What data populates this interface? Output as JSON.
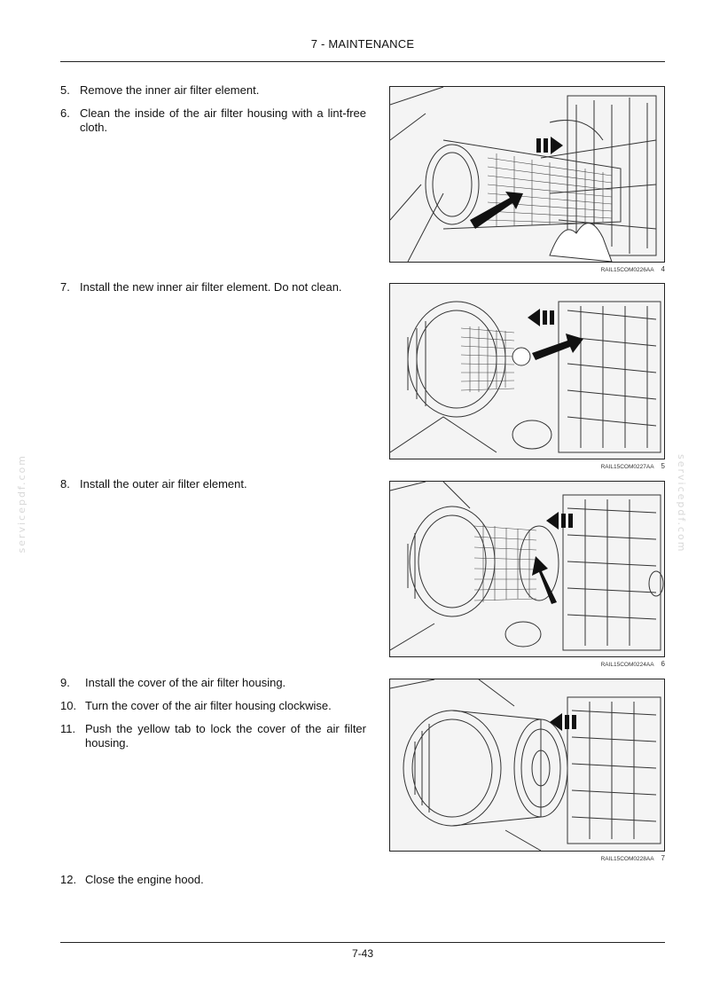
{
  "header": {
    "title": "7 - MAINTENANCE"
  },
  "footer": {
    "page_number": "7-43"
  },
  "watermark": {
    "text": "servicepdf.com"
  },
  "groups": [
    {
      "steps": [
        {
          "number": "5.",
          "text": "Remove the inner air filter element."
        },
        {
          "number": "6.",
          "text": "Clean the inside of the air filter housing with a lint-free cloth."
        }
      ]
    },
    {
      "steps": [
        {
          "number": "7.",
          "text": "Install the new inner air filter element. Do not clean."
        }
      ]
    },
    {
      "steps": [
        {
          "number": "8.",
          "text": "Install the outer air filter element."
        }
      ]
    },
    {
      "steps": [
        {
          "number": "9.",
          "text": "Install the cover of the air filter housing."
        },
        {
          "number": "10.",
          "text": "Turn the cover of the air filter housing clockwise."
        },
        {
          "number": "11.",
          "text": "Push the yellow tab to lock the cover of the air filter housing."
        }
      ]
    },
    {
      "steps": [
        {
          "number": "12.",
          "text": "Close the engine hood."
        }
      ]
    }
  ],
  "figures": [
    {
      "code": "RAIL15COM0226AA",
      "number": "4"
    },
    {
      "code": "RAIL15COM0227AA",
      "number": "5"
    },
    {
      "code": "RAIL15COM0224AA",
      "number": "6"
    },
    {
      "code": "RAIL15COM0228AA",
      "number": "7"
    }
  ]
}
